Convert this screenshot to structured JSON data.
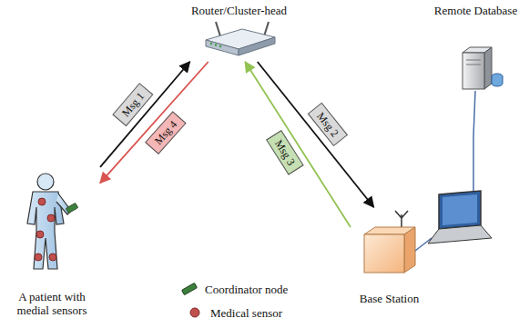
{
  "diagram": {
    "nodes": [
      {
        "text": [
          "Router/Cluster-head"
        ]
      },
      {
        "text": [
          "A patient with medial sensors"
        ]
      },
      {
        "text": [
          "Base Station"
        ]
      },
      {
        "text": [
          "Remote Database"
        ]
      }
    ],
    "edges": [
      {
        "from": 1,
        "to": 0,
        "label": "Msg 1",
        "arrow": "to"
      },
      {
        "from": 0,
        "to": 2,
        "label": "Msg 2",
        "arrow": "to"
      },
      {
        "from": 2,
        "to": 0,
        "label": "Msg 3",
        "arrow": "to"
      },
      {
        "from": 0,
        "to": 1,
        "label": "Msg 4",
        "arrow": "to"
      }
    ],
    "legend": [
      {
        "text": "Coordinator node"
      },
      {
        "text": "Medical sensor"
      }
    ]
  }
}
